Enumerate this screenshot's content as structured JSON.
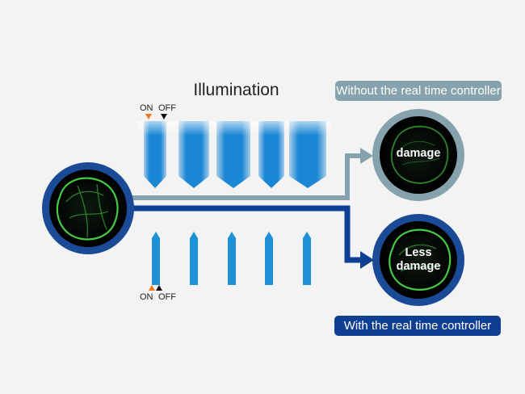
{
  "illumination_label": "Illumination",
  "top_pulse": {
    "on": "ON",
    "off": "OFF",
    "on_color": "#ee7a22",
    "off_color": "#111111"
  },
  "bottom_pulse": {
    "on": "ON",
    "off": "OFF",
    "on_color": "#ee7a22",
    "off_color": "#111111"
  },
  "without_controller": {
    "label": "Without the real time controller",
    "result": "damage",
    "color": "#86a3ad"
  },
  "with_controller": {
    "label": "With the real time controller",
    "result_line1": "Less",
    "result_line2": "damage",
    "color": "#0e3f92"
  },
  "colors": {
    "accent_blue": "#1f8fd6",
    "ring_blue": "#1b4a96",
    "cell_green": "#49d64a",
    "background": "#f3f3f3"
  }
}
